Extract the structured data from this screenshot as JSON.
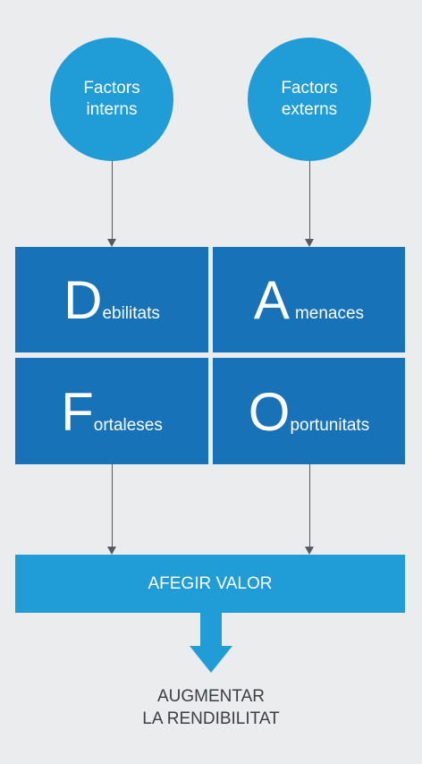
{
  "factors": {
    "internal": "Factors\ninterns",
    "external": "Factors\nexterns"
  },
  "matrix": {
    "d": {
      "initial": "D",
      "rest": "ebilitats"
    },
    "a": {
      "initial": "A",
      "rest": "menaces"
    },
    "f": {
      "initial": "F",
      "rest": "ortaleses"
    },
    "o": {
      "initial": "O",
      "rest": "portunitats"
    }
  },
  "add_value": "AFEGIR VALOR",
  "result": "AUGMENTAR\nLA RENDIBILITAT",
  "colors": {
    "circle": "#209cd6",
    "cell": "#1872b8",
    "bar": "#209cd6",
    "connector": "#555a60",
    "background": "#ebecee"
  }
}
